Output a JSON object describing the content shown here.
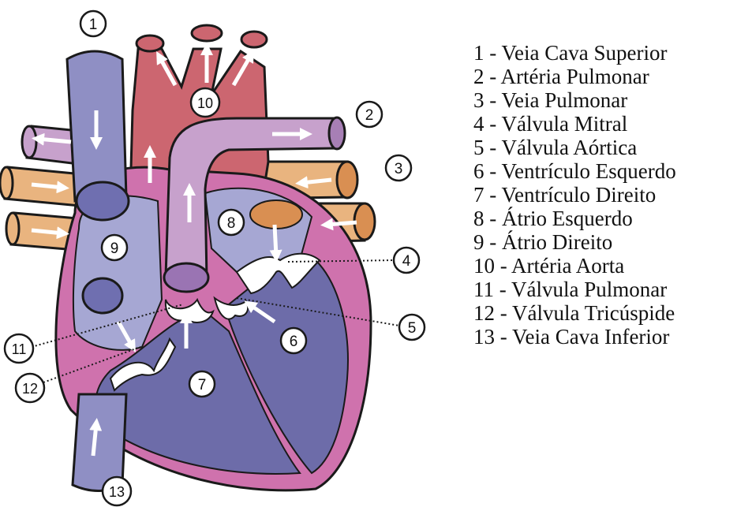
{
  "colors": {
    "vein": "#8f8fc4",
    "vein_dark": "#6f6fb0",
    "aorta": "#cc6670",
    "pulmonary_artery": "#c7a1cc",
    "pulmonary_vein": "#e9b47f",
    "pulmonary_vein_end": "#d98f52",
    "wall": "#cf72ad",
    "ventricle": "#6d6ca9",
    "atrium": "#a6a7d3",
    "valve": "#ffffff",
    "arrow": "#ffffff",
    "outline": "#1a1a1a"
  },
  "labels": [
    {
      "num": "1"
    },
    {
      "num": "2"
    },
    {
      "num": "3"
    },
    {
      "num": "4"
    },
    {
      "num": "5"
    },
    {
      "num": "6"
    },
    {
      "num": "7"
    },
    {
      "num": "8"
    },
    {
      "num": "9"
    },
    {
      "num": "10"
    },
    {
      "num": "11"
    },
    {
      "num": "12"
    },
    {
      "num": "13"
    }
  ],
  "legend": [
    "1 - Veia Cava Superior",
    "2 - Artéria Pulmonar",
    "3 - Veia Pulmonar",
    "4 - Válvula Mitral",
    "5 - Válvula Aórtica",
    "6 - Ventrículo Esquerdo",
    "7 - Ventrículo Direito",
    "8 - Átrio Esquerdo",
    "9 - Átrio Direito",
    "10 - Artéria Aorta",
    "11 - Válvula Pulmonar",
    "12 - Válvula Tricúspide",
    "13 - Veia Cava Inferior"
  ]
}
